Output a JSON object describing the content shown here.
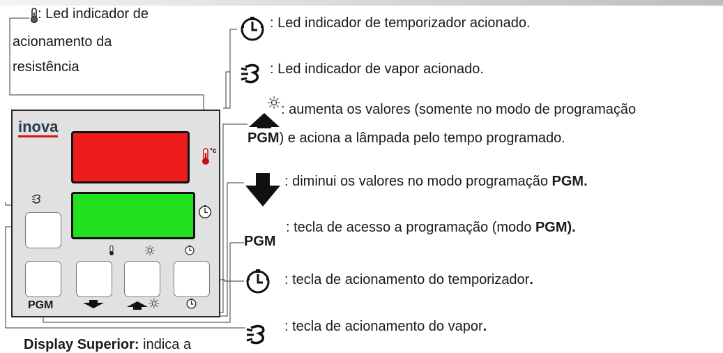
{
  "legend": {
    "resist_line1": ": Led indicador de",
    "resist_line2": "acionamento da",
    "resist_line3": "resistência",
    "timer_led": ": Led indicador de temporizador acionado.",
    "vapor_led": ": Led indicador de vapor acionado.",
    "up_line1": ": aumenta os valores (somente no modo de programação",
    "up_line2_bold": "PGM",
    "up_line2_rest": ") e aciona a lâmpada pelo tempo programado.",
    "down_text": ": diminui os valores  no modo programação ",
    "down_bold": "PGM.",
    "pgm_icon_label": "PGM",
    "pgm_text": ": tecla de acesso a programação (modo ",
    "pgm_bold": "PGM).",
    "timer_key": ": tecla de acionamento do temporizador",
    "timer_key_end": ".",
    "vapor_key": ": tecla de acionamento do vapor",
    "vapor_key_end": ".",
    "bottom_bold": "Display Superior:",
    "bottom_rest": " indica a"
  },
  "panel": {
    "brand": "inova",
    "pgm_key_label": "PGM",
    "degree_label": "°c"
  },
  "colors": {
    "display_top": "#ee1c1c",
    "display_bottom": "#22e01e",
    "thermometer": "#c81010"
  },
  "icons": [
    "thermometer-icon",
    "clock-icon",
    "steam-icon",
    "arrow-up-icon",
    "lamp-icon",
    "arrow-down-icon"
  ]
}
